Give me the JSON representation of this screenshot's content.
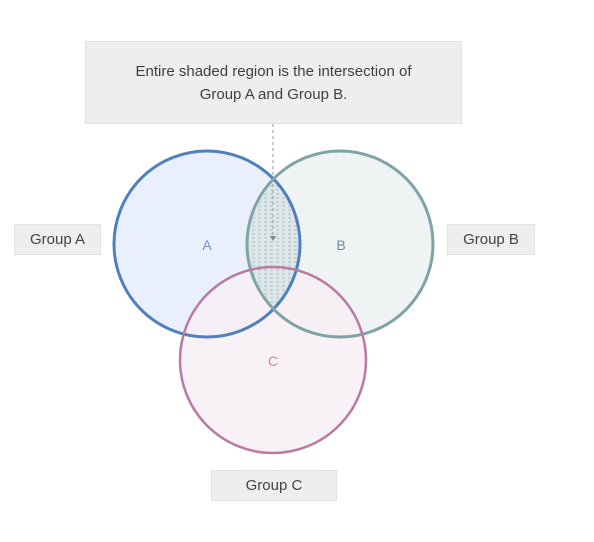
{
  "callout": {
    "line1": "Entire shaded region is the intersection of",
    "line2": "Group A and Group B."
  },
  "labels": {
    "group_a": "Group A",
    "group_b": "Group B",
    "group_c": "Group C"
  },
  "circles": {
    "a": {
      "letter": "A",
      "stroke": "#4f7fbf",
      "fill": "#eaf0fb",
      "letter_color": "#6a8fc9"
    },
    "b": {
      "letter": "B",
      "stroke": "#7fa3a6",
      "fill": "#edf2f2",
      "letter_color": "#6a8fa0"
    },
    "c": {
      "letter": "C",
      "stroke": "#b97aa4",
      "fill": "#f7eef4",
      "letter_color": "#cf8aa8"
    }
  },
  "highlight": {
    "region": "A ∩ B",
    "shade_color": "#dde7ea",
    "hatch_color": "#a6b4ba",
    "pointer_color": "#999999"
  }
}
